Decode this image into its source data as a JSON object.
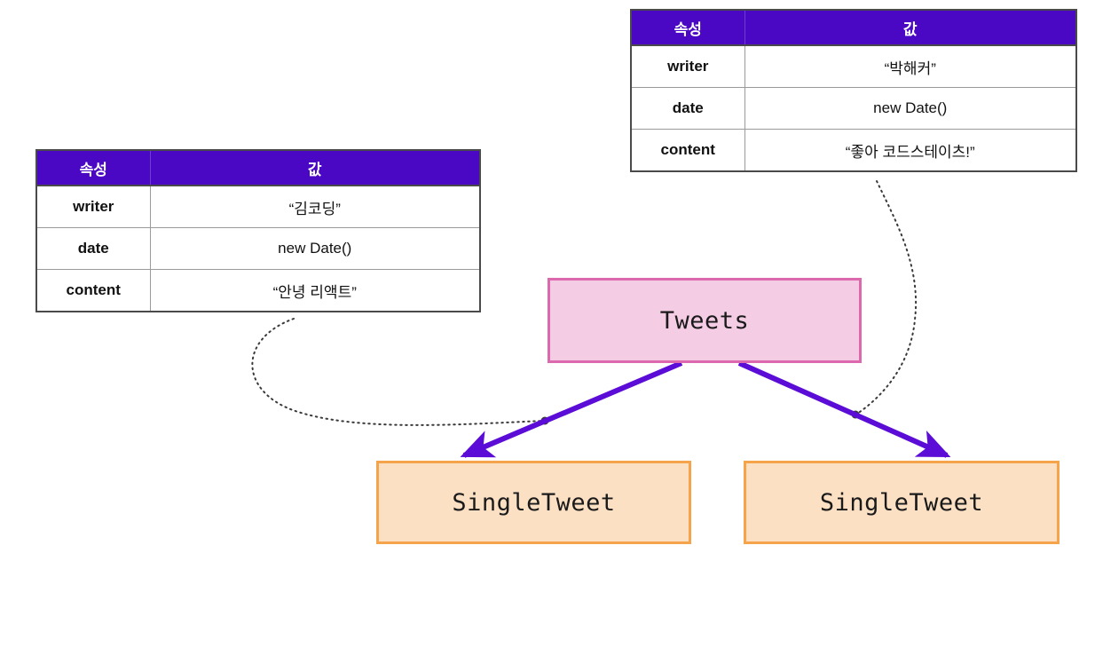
{
  "diagram": {
    "title": "React component tree with tweet data",
    "colors": {
      "table_header_bg": "#4B08C4",
      "table_header_text": "#FFFFFF",
      "table_border": "#4A4A4A",
      "tweets_fill": "#F4CCE4",
      "tweets_border": "#DC69AE",
      "single_tweet_fill": "#FCE0C4",
      "single_tweet_border": "#F5A44B",
      "arrow": "#5B0CD6",
      "dotted_connector": "#3A3A3A",
      "background": "#FFFFFF"
    }
  },
  "tables": {
    "columns": [
      "속성",
      "값"
    ],
    "left": {
      "id": "props-table-left",
      "header": {
        "key": "속성",
        "value": "값"
      },
      "rows": [
        {
          "key": "writer",
          "value": "“김코딩”"
        },
        {
          "key": "date",
          "value": "new Date()"
        },
        {
          "key": "content",
          "value": "“안녕 리액트”"
        }
      ]
    },
    "right": {
      "id": "props-table-right",
      "header": {
        "key": "속성",
        "value": "값"
      },
      "rows": [
        {
          "key": "writer",
          "value": "“박해커”"
        },
        {
          "key": "date",
          "value": "new Date()"
        },
        {
          "key": "content",
          "value": "“좋아 코드스테이츠!”"
        }
      ]
    }
  },
  "nodes": {
    "parent": {
      "label": "Tweets"
    },
    "children": [
      {
        "label": "SingleTweet"
      },
      {
        "label": "SingleTweet"
      }
    ]
  },
  "connectors": {
    "arrows": [
      {
        "from": "Tweets",
        "to": "SingleTweet",
        "style": "solid-arrow"
      },
      {
        "from": "Tweets",
        "to": "SingleTweet",
        "style": "solid-arrow"
      }
    ],
    "data_links": [
      {
        "from": "props-table-left",
        "to": "SingleTweet",
        "style": "dotted-curve"
      },
      {
        "from": "props-table-right",
        "to": "SingleTweet",
        "style": "dotted-curve"
      }
    ]
  }
}
